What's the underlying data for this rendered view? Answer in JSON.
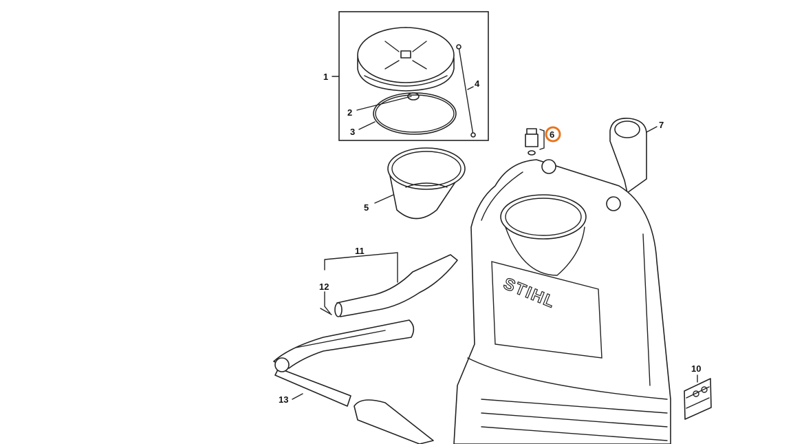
{
  "diagram": {
    "brand_text": "STIHL",
    "callouts": [
      {
        "id": "1",
        "label": "1"
      },
      {
        "id": "2",
        "label": "2"
      },
      {
        "id": "3",
        "label": "3"
      },
      {
        "id": "4",
        "label": "4"
      },
      {
        "id": "5",
        "label": "5"
      },
      {
        "id": "6",
        "label": "6",
        "highlighted": true
      },
      {
        "id": "7",
        "label": "7"
      },
      {
        "id": "10",
        "label": "10"
      },
      {
        "id": "11",
        "label": "11"
      },
      {
        "id": "12",
        "label": "12"
      },
      {
        "id": "13",
        "label": "13"
      }
    ],
    "highlight_color": "#e8741c"
  }
}
